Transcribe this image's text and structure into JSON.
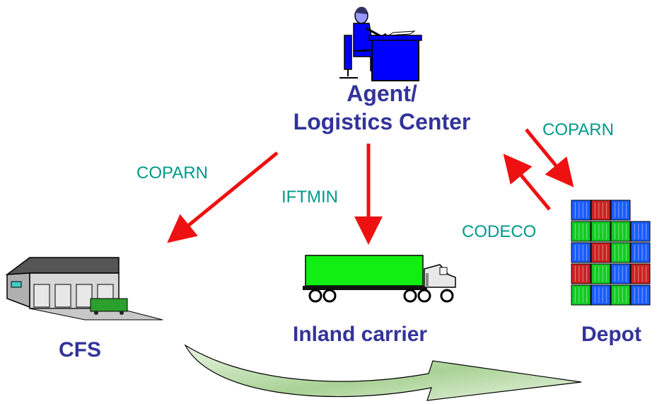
{
  "nodes": {
    "agent": {
      "line1": "Agent/",
      "line2": "Logistics Center",
      "icon": "person-at-desk-icon"
    },
    "cfs": {
      "label": "CFS",
      "icon": "warehouse-icon"
    },
    "inland_carrier": {
      "label": "Inland carrier",
      "icon": "truck-icon"
    },
    "depot": {
      "label": "Depot",
      "icon": "container-stack-icon"
    }
  },
  "messages": {
    "coparn_to_cfs": "COPARN",
    "iftmin_to_carrier": "IFTMIN",
    "coparn_to_depot": "COPARN",
    "codeco_to_agent": "CODECO"
  },
  "colors": {
    "label": "#33339a",
    "message": "#009a8a",
    "arrow": "#ee1111",
    "truck": "#11ee11",
    "flow_arrow": "#b7d8a8",
    "agent_icon": "#0000ff"
  }
}
